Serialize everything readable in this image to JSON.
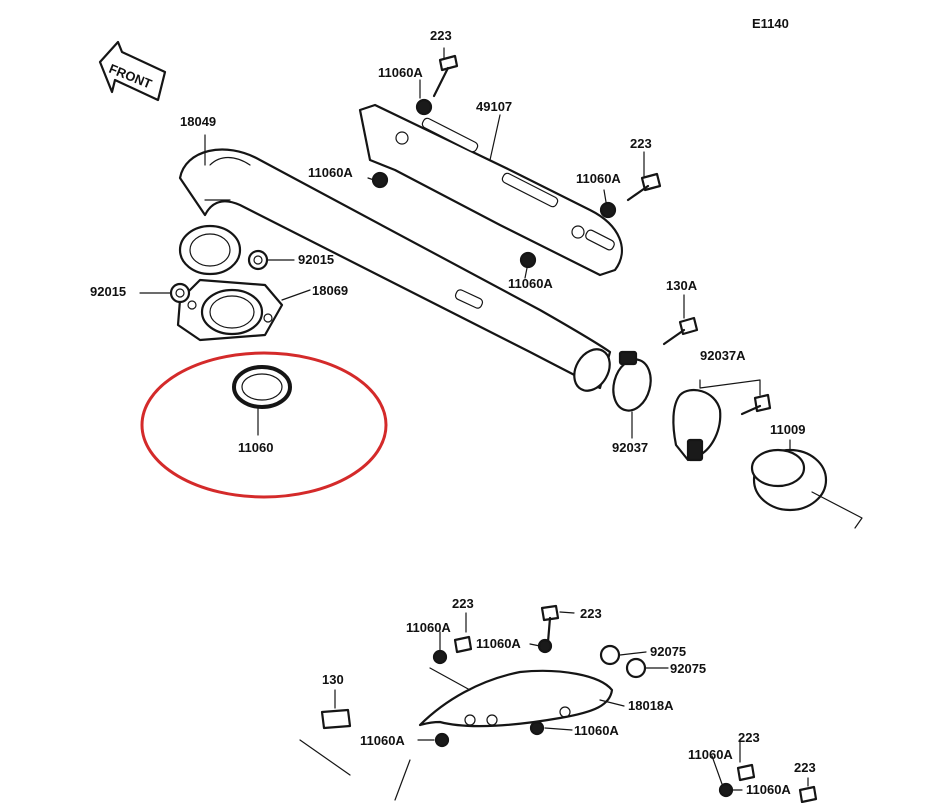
{
  "diagram_code": "E1140",
  "front_label": "FRONT",
  "highlight_color": "#d42a2a",
  "parts": [
    {
      "id": "p-223-a",
      "text": "223"
    },
    {
      "id": "p-11060a-a",
      "text": "11060A"
    },
    {
      "id": "p-49107",
      "text": "49107"
    },
    {
      "id": "p-18049",
      "text": "18049"
    },
    {
      "id": "p-11060a-b",
      "text": "11060A"
    },
    {
      "id": "p-223-b",
      "text": "223"
    },
    {
      "id": "p-11060a-c",
      "text": "11060A"
    },
    {
      "id": "p-92015-a",
      "text": "92015"
    },
    {
      "id": "p-92015-b",
      "text": "92015"
    },
    {
      "id": "p-18069",
      "text": "18069"
    },
    {
      "id": "p-11060a-d",
      "text": "11060A"
    },
    {
      "id": "p-130a",
      "text": "130A"
    },
    {
      "id": "p-92037a",
      "text": "92037A"
    },
    {
      "id": "p-11060-highlight",
      "text": "11060"
    },
    {
      "id": "p-92037",
      "text": "92037"
    },
    {
      "id": "p-11009",
      "text": "11009"
    },
    {
      "id": "p-223-c",
      "text": "223"
    },
    {
      "id": "p-223-d",
      "text": "223"
    },
    {
      "id": "p-11060a-e",
      "text": "11060A"
    },
    {
      "id": "p-11060a-f",
      "text": "11060A"
    },
    {
      "id": "p-92075-a",
      "text": "92075"
    },
    {
      "id": "p-92075-b",
      "text": "92075"
    },
    {
      "id": "p-130",
      "text": "130"
    },
    {
      "id": "p-18018a",
      "text": "18018A"
    },
    {
      "id": "p-11060a-g",
      "text": "11060A"
    },
    {
      "id": "p-11060a-h",
      "text": "11060A"
    },
    {
      "id": "p-223-e",
      "text": "223"
    },
    {
      "id": "p-11060a-i",
      "text": "11060A"
    },
    {
      "id": "p-223-f",
      "text": "223"
    },
    {
      "id": "p-11060a-j",
      "text": "11060A"
    }
  ]
}
